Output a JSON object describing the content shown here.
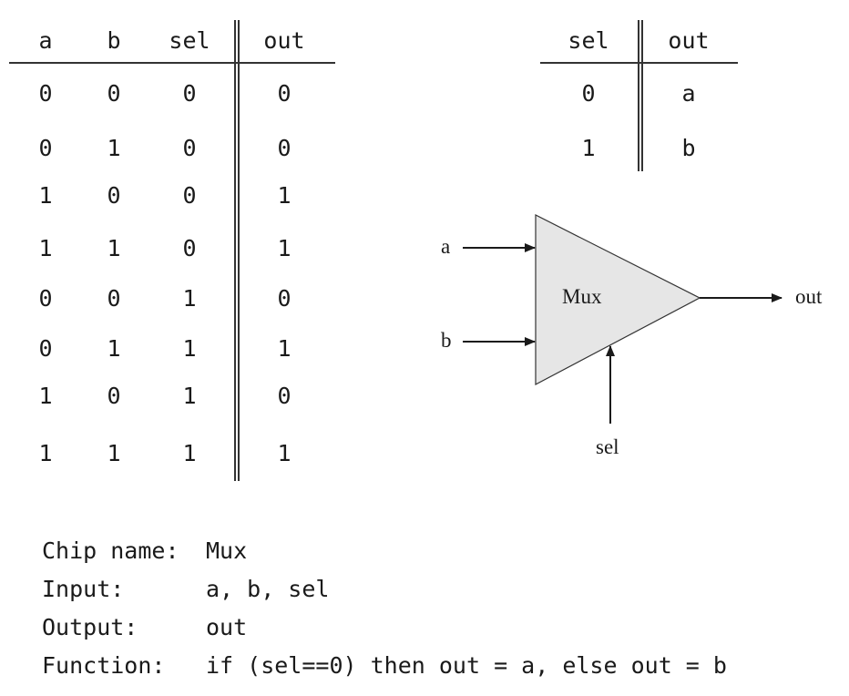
{
  "truth_table": {
    "headers": [
      "a",
      "b",
      "sel",
      "out"
    ],
    "rows": [
      [
        "0",
        "0",
        "0",
        "0"
      ],
      [
        "0",
        "1",
        "0",
        "0"
      ],
      [
        "1",
        "0",
        "0",
        "1"
      ],
      [
        "1",
        "1",
        "0",
        "1"
      ],
      [
        "0",
        "0",
        "1",
        "0"
      ],
      [
        "0",
        "1",
        "1",
        "1"
      ],
      [
        "1",
        "0",
        "1",
        "0"
      ],
      [
        "1",
        "1",
        "1",
        "1"
      ]
    ]
  },
  "short_table": {
    "headers": [
      "sel",
      "out"
    ],
    "rows": [
      [
        "0",
        "a"
      ],
      [
        "1",
        "b"
      ]
    ]
  },
  "diagram": {
    "chip_label": "Mux",
    "input_a": "a",
    "input_b": "b",
    "input_sel": "sel",
    "output": "out"
  },
  "spec": {
    "chip_name_label": "Chip name:",
    "chip_name_value": "Mux",
    "input_label": "Input:",
    "input_value": "a, b, sel",
    "output_label": "Output:",
    "output_value": "out",
    "function_label": "Function:",
    "function_value": "if (sel==0) then out = a, else out = b"
  }
}
